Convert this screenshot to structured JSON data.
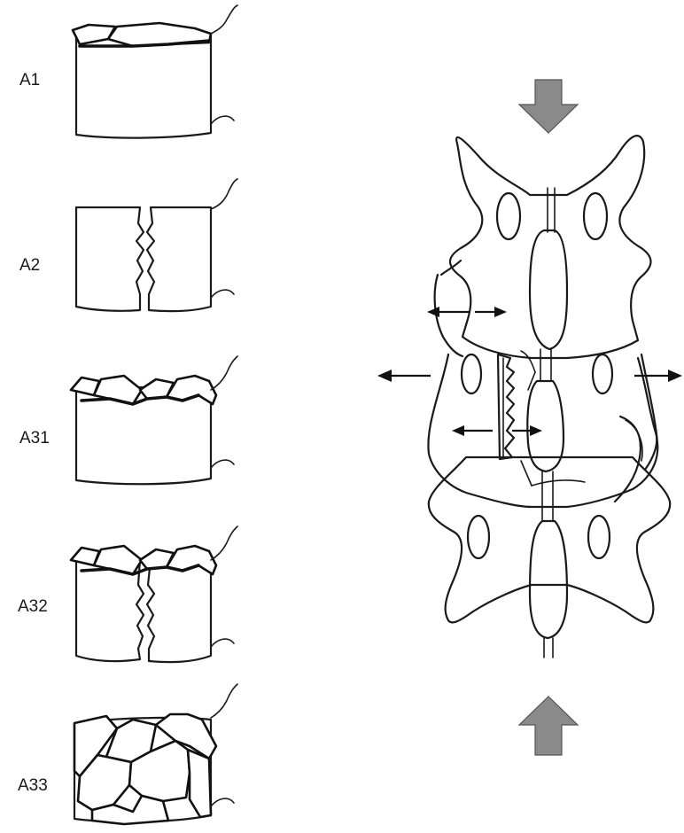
{
  "figure": {
    "types": [
      {
        "id": "A1",
        "label": "A1"
      },
      {
        "id": "A2",
        "label": "A2"
      },
      {
        "id": "A31",
        "label": "A31"
      },
      {
        "id": "A32",
        "label": "A32"
      },
      {
        "id": "A33",
        "label": "A33"
      }
    ],
    "colors": {
      "line": "#1a1a1a",
      "compression_arrow": "#8a8a8a",
      "background": "#ffffff"
    }
  }
}
